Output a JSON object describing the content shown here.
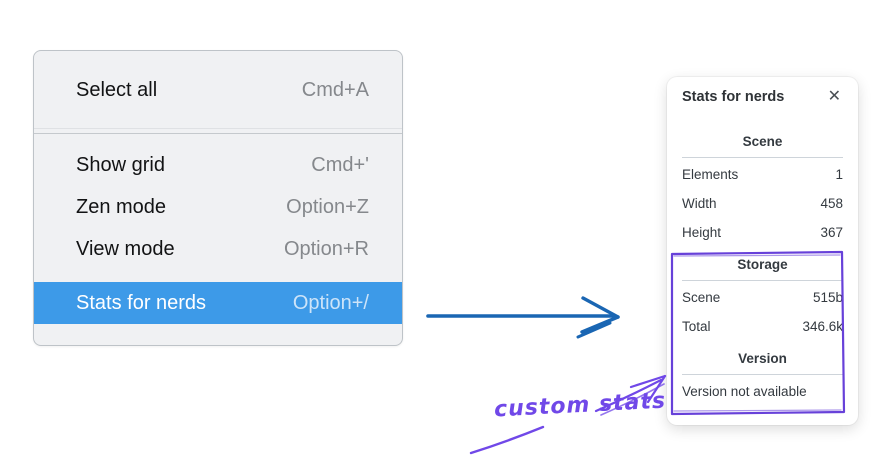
{
  "context_menu": {
    "highlight_color": "#3d9ae8",
    "groups": [
      {
        "items": [
          {
            "label": "Select all",
            "shortcut": "Cmd+A",
            "highlighted": false
          }
        ]
      },
      {
        "items": [
          {
            "label": "Show grid",
            "shortcut": "Cmd+'",
            "highlighted": false
          },
          {
            "label": "Zen mode",
            "shortcut": "Option+Z",
            "highlighted": false
          },
          {
            "label": "View mode",
            "shortcut": "Option+R",
            "highlighted": false
          },
          {
            "label": "Stats for nerds",
            "shortcut": "Option+/",
            "highlighted": true
          }
        ]
      }
    ]
  },
  "stats_panel": {
    "title": "Stats for nerds",
    "icons": {
      "close": "✕"
    },
    "sections": [
      {
        "heading": "Scene",
        "rows": [
          [
            "Elements",
            "1"
          ],
          [
            "Width",
            "458"
          ],
          [
            "Height",
            "367"
          ]
        ]
      },
      {
        "heading": "Storage",
        "rows": [
          [
            "Scene",
            "515b"
          ],
          [
            "Total",
            "346.6k"
          ]
        ]
      },
      {
        "heading": "Version",
        "note": "Version not available"
      }
    ]
  },
  "annotation": {
    "label": "custom stats",
    "color": "#7048e8",
    "box_color": "#6741d9"
  },
  "pointer_arrow": {
    "color": "#1a66b3"
  }
}
